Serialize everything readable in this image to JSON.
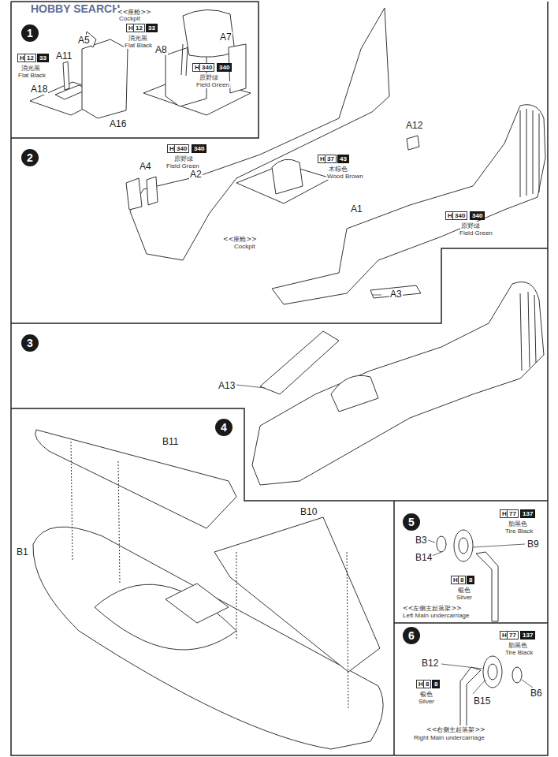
{
  "diagram": {
    "nodes": [
      {
        "text": [
          "1"
        ]
      },
      {
        "text": [
          "2"
        ]
      },
      {
        "text": [
          "3"
        ]
      },
      {
        "text": [
          "4"
        ]
      },
      {
        "text": [
          "5"
        ]
      },
      {
        "text": [
          "6"
        ]
      }
    ],
    "labels": [
      "HOBBY SEARCH",
      "<<座舱>>",
      "Cockpit",
      "A5",
      "A11",
      "H",
      "12",
      "33",
      "消光黑",
      "Flat Black",
      "A18",
      "A16",
      "H",
      "12",
      "33",
      "消光黑",
      "Flat Black",
      "A8",
      "A7",
      "H",
      "340",
      "340",
      "原野绿",
      "Field Green",
      "H",
      "340",
      "340",
      "原野绿",
      "Field Green",
      "A2",
      "A4",
      "H",
      "37",
      "43",
      "木棕色",
      "Wood Brown",
      "A12",
      "A1",
      "H",
      "340",
      "340",
      "原野绿",
      "Field Green",
      "<<座舱>>",
      "Cockpit",
      "A3",
      "A13",
      "B11",
      "B10",
      "B1",
      "B3",
      "H",
      "77",
      "137",
      "胎黑色",
      "Tire Black",
      "B9",
      "B14",
      "H",
      "8",
      "8",
      "银色",
      "Silver",
      "<<左侧主起落架>>",
      "Left Main undercarriage",
      "H",
      "77",
      "137",
      "胎黑色",
      "Tire Black",
      "B12",
      "B6",
      "B15",
      "H",
      "8",
      "8",
      "银色",
      "Silver",
      "<<右侧主起落架>>",
      "Right Main undercarriage"
    ]
  }
}
